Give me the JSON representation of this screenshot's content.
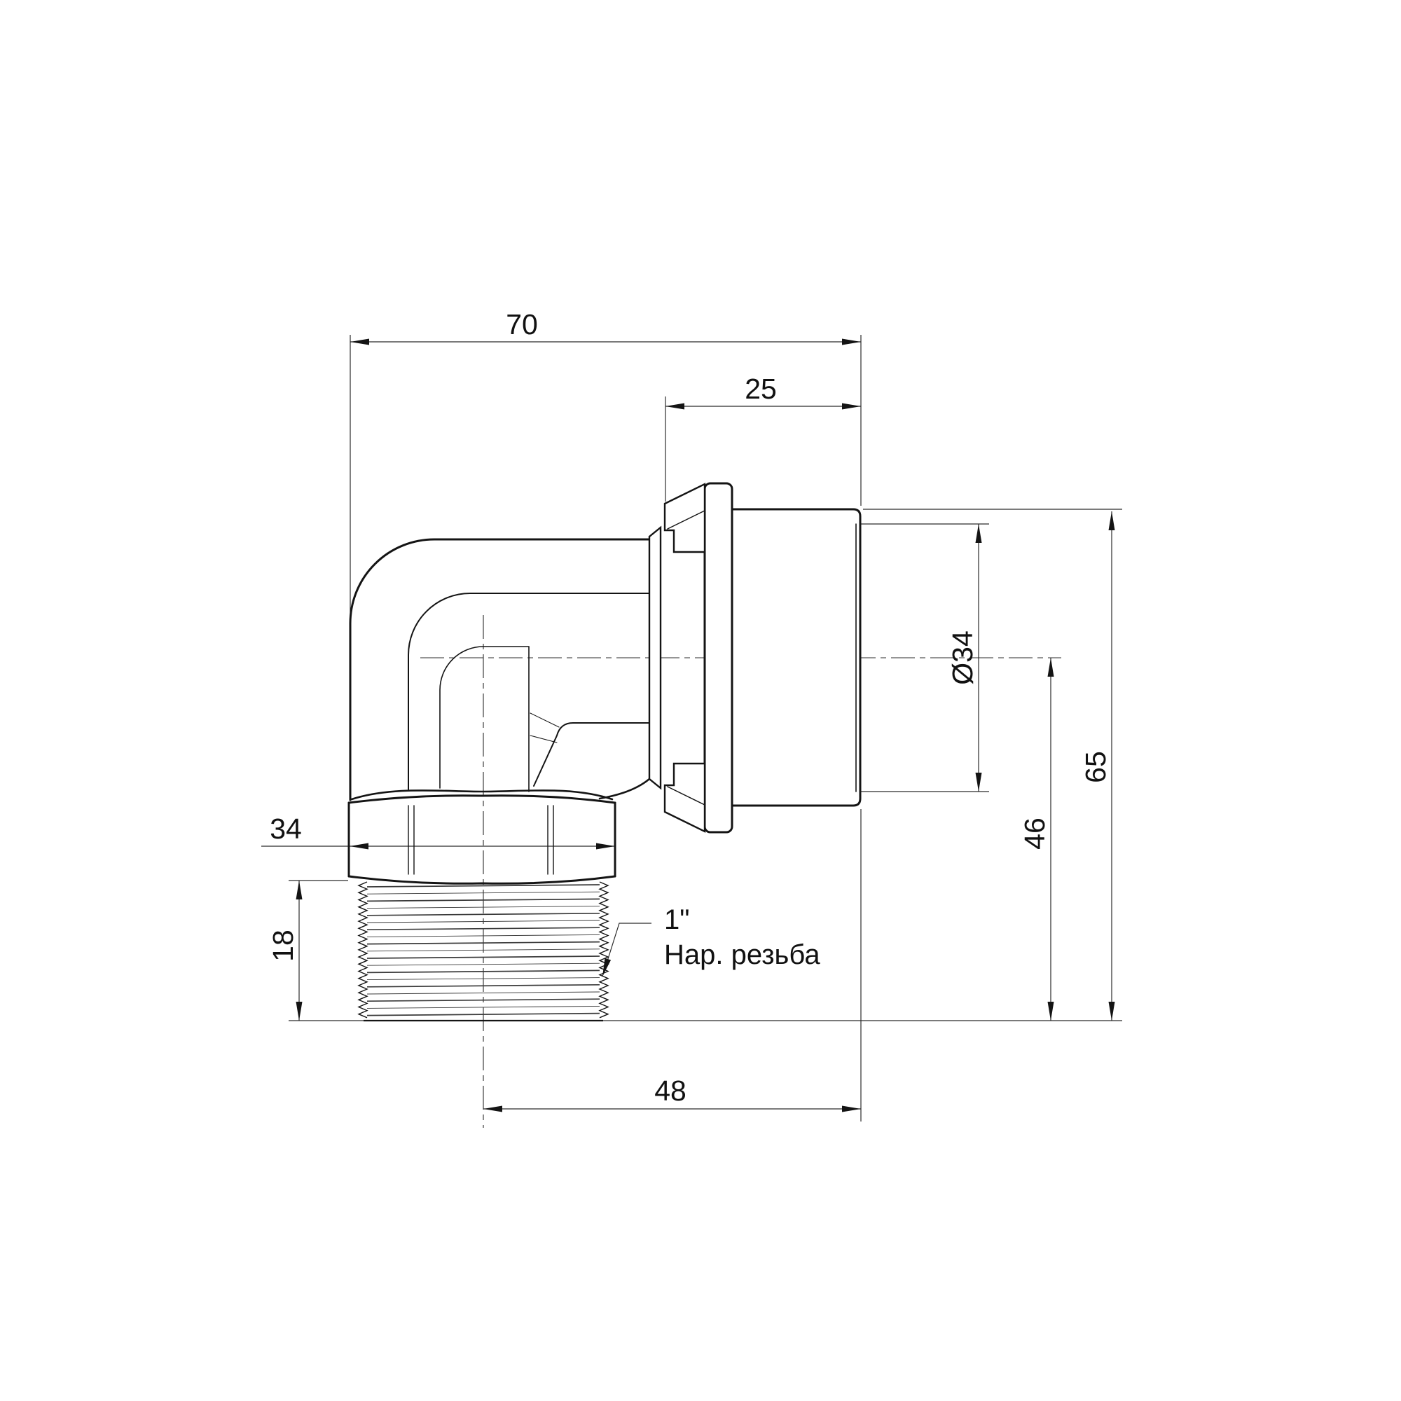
{
  "drawing": {
    "type": "technical-drawing",
    "part": "elbow press fitting with male thread",
    "colors": {
      "line": "#141414",
      "dim_line": "#2b2b2b",
      "background": "#ffffff"
    },
    "dimensions": {
      "overall_width": "70",
      "socket_depth": "25",
      "hex_width": "34",
      "thread_length": "18",
      "lower_width": "48",
      "socket_diameter": "Ø34",
      "center_to_end": "46",
      "overall_height": "65"
    },
    "thread_note": {
      "size": "1\"",
      "text": "Нар. резьба"
    }
  }
}
